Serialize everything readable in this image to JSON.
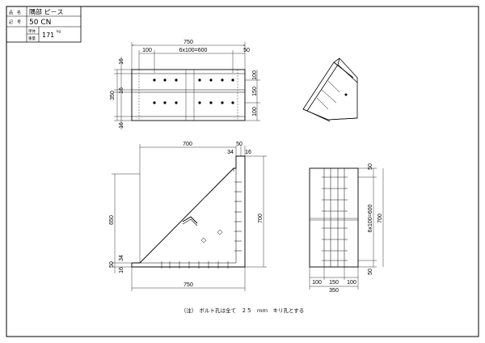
{
  "title_block": {
    "row1_label": "品　名",
    "row1_value": "隅部 ピ－ス",
    "row2_label": "記　号",
    "row2_value": "50 CN",
    "row3_label_a": "単体",
    "row3_label_b": "重量",
    "row3_value": "171",
    "row3_unit": "kg"
  },
  "plan_view": {
    "overall_width": "750",
    "edge_left": "100",
    "bolt_spacing": "6x100=600",
    "edge_right": "50",
    "overall_height": "350",
    "thickness_top": "16",
    "thickness_mid": "16",
    "thickness_bottom": "16",
    "right_top": "100",
    "right_mid": "150",
    "right_bottom": "100"
  },
  "front_view": {
    "top_width": "700",
    "top_flange_50": "50",
    "top_flange_34": "34",
    "top_flange_16": "16",
    "left_height": "650",
    "left_50": "50",
    "left_34": "34",
    "left_16": "16",
    "right_height": "700",
    "bottom_width": "750"
  },
  "side_view": {
    "top_50": "50",
    "bolt_spacing": "6x100=600",
    "overall_height": "700",
    "bottom_50": "50",
    "b_left": "100",
    "b_mid": "150",
    "b_right": "100",
    "overall_width": "350"
  },
  "note": "（注）　ボルト孔は全て　２５　ｍｍ　キリ孔とする"
}
